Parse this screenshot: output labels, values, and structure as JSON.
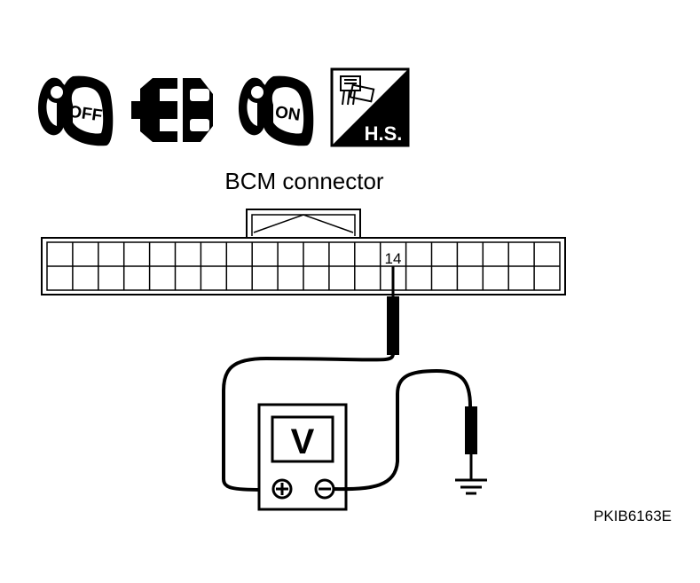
{
  "icons": {
    "key_off_label": "OFF",
    "key_on_label": "ON",
    "hs_label": "H.S."
  },
  "connector": {
    "title": "BCM connector",
    "pin_label": "14",
    "top_row_cells": 20,
    "bottom_row_cells": 20
  },
  "meter": {
    "display": "V",
    "plus_symbol": "+",
    "minus_symbol": "−"
  },
  "figure_code": "PKIB6163E",
  "colors": {
    "ink": "#000000",
    "paper": "#ffffff"
  }
}
